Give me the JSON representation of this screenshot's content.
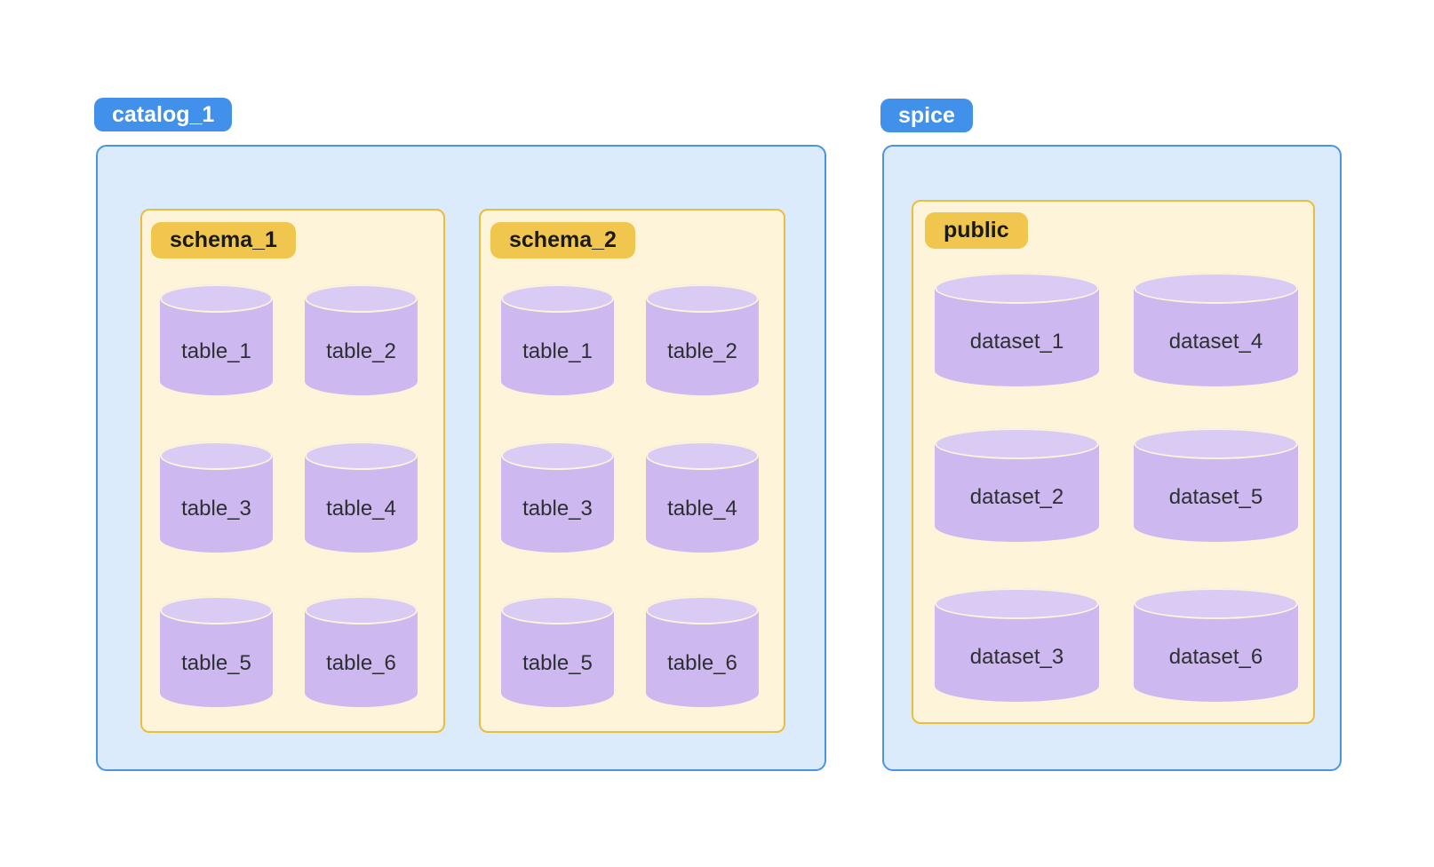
{
  "palette": {
    "catalog_badge_bg": "#4191ea",
    "catalog_badge_text": "#ffffff",
    "catalog_box_bg": "#dcebfb",
    "catalog_box_border": "#4a94e4",
    "schema_badge_bg": "#f0c64f",
    "schema_badge_text": "#1a1a1a",
    "schema_box_bg": "#fdf4da",
    "schema_box_border": "#e9bd42",
    "cylinder_body": "#cdb9ef",
    "cylinder_lid": "#dacbf4",
    "label_text": "#2e2e33"
  },
  "groups": [
    {
      "badge": "catalog_1",
      "schemas": [
        {
          "badge": "schema_1",
          "tables": [
            "table_1",
            "table_2",
            "table_3",
            "table_4",
            "table_5",
            "table_6"
          ]
        },
        {
          "badge": "schema_2",
          "tables": [
            "table_1",
            "table_2",
            "table_3",
            "table_4",
            "table_5",
            "table_6"
          ]
        }
      ]
    },
    {
      "badge": "spice",
      "schemas": [
        {
          "badge": "public",
          "tables": [
            "dataset_1",
            "dataset_4",
            "dataset_2",
            "dataset_5",
            "dataset_3",
            "dataset_6"
          ]
        }
      ]
    }
  ]
}
